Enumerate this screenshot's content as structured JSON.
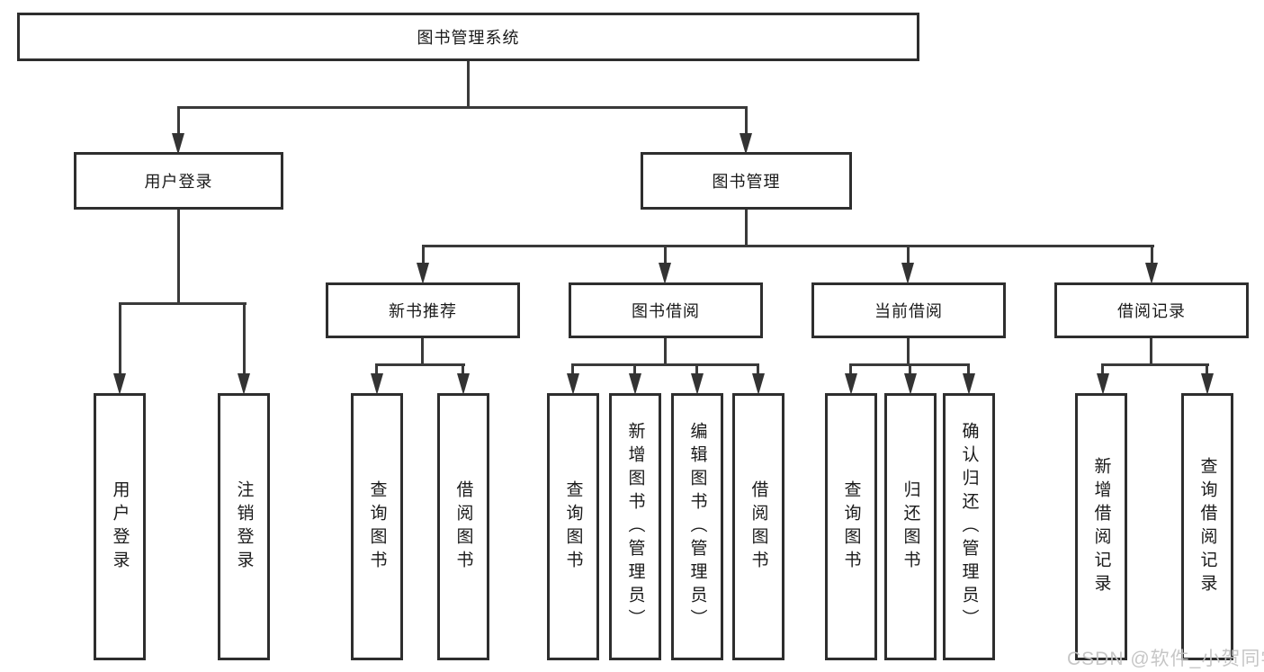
{
  "watermark": {
    "text": "CSDN @软件_小贺同学",
    "color": "#c3c3c3"
  },
  "colors": {
    "background": "#ffffff",
    "box_border": "#2e2e2e",
    "line": "#3a3a3a",
    "arrow": "#333333",
    "text": "#1a1a1a"
  },
  "diagram": {
    "root": {
      "label": "图书管理系统"
    },
    "level1": [
      {
        "label": "用户登录"
      },
      {
        "label": "图书管理"
      }
    ],
    "level2": [
      {
        "label": "新书推荐",
        "parent": "图书管理"
      },
      {
        "label": "图书借阅",
        "parent": "图书管理"
      },
      {
        "label": "当前借阅",
        "parent": "图书管理"
      },
      {
        "label": "借阅记录",
        "parent": "图书管理"
      }
    ],
    "leaves": {
      "userLogin": [
        {
          "label": "用户登录"
        },
        {
          "label": "注销登录"
        }
      ],
      "newBookRecommend": [
        {
          "label": "查询图书"
        },
        {
          "label": "借阅图书"
        }
      ],
      "bookBorrow": [
        {
          "label": "查询图书"
        },
        {
          "label": "新增图书（管理员）"
        },
        {
          "label": "编辑图书（管理员）"
        },
        {
          "label": "借阅图书"
        }
      ],
      "currentBorrow": [
        {
          "label": "查询图书"
        },
        {
          "label": "归还图书"
        },
        {
          "label": "确认归还（管理员）"
        }
      ],
      "borrowRecords": [
        {
          "label": "新增借阅记录"
        },
        {
          "label": "查询借阅记录"
        }
      ]
    }
  }
}
